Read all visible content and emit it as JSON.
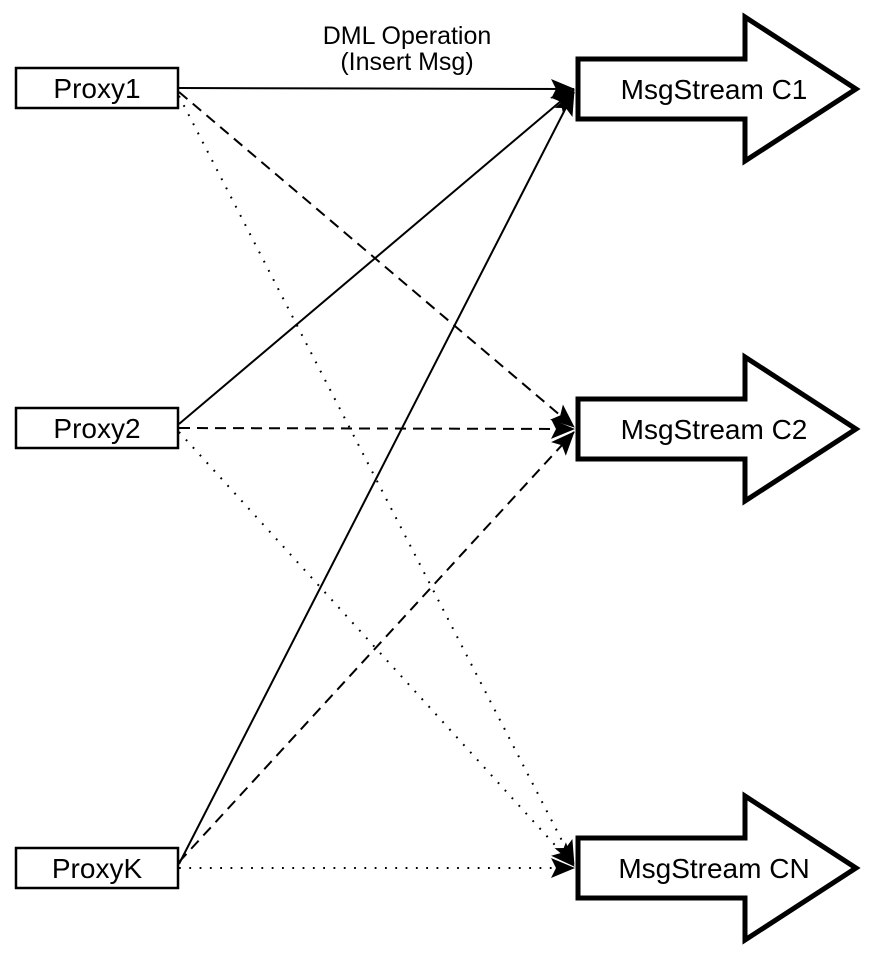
{
  "title": {
    "line1": "DML Operation",
    "line2": "(Insert Msg)"
  },
  "proxies": [
    {
      "id": "proxy1",
      "label": "Proxy1"
    },
    {
      "id": "proxy2",
      "label": "Proxy2"
    },
    {
      "id": "proxyk",
      "label": "ProxyK"
    }
  ],
  "streams": [
    {
      "id": "c1",
      "label": "MsgStream C1"
    },
    {
      "id": "c2",
      "label": "MsgStream C2"
    },
    {
      "id": "cn",
      "label": "MsgStream CN"
    }
  ],
  "connections": [
    {
      "from": "Proxy1",
      "to": "MsgStream C1",
      "style": "solid"
    },
    {
      "from": "Proxy2",
      "to": "MsgStream C1",
      "style": "solid"
    },
    {
      "from": "ProxyK",
      "to": "MsgStream C1",
      "style": "solid"
    },
    {
      "from": "Proxy1",
      "to": "MsgStream C2",
      "style": "dashed"
    },
    {
      "from": "Proxy2",
      "to": "MsgStream C2",
      "style": "dashed"
    },
    {
      "from": "ProxyK",
      "to": "MsgStream C2",
      "style": "dashed"
    },
    {
      "from": "Proxy1",
      "to": "MsgStream CN",
      "style": "dotted"
    },
    {
      "from": "Proxy2",
      "to": "MsgStream CN",
      "style": "dotted"
    },
    {
      "from": "ProxyK",
      "to": "MsgStream CN",
      "style": "dotted"
    }
  ],
  "colors": {
    "line": "#000000",
    "fill": "#ffffff",
    "text": "#000000"
  }
}
